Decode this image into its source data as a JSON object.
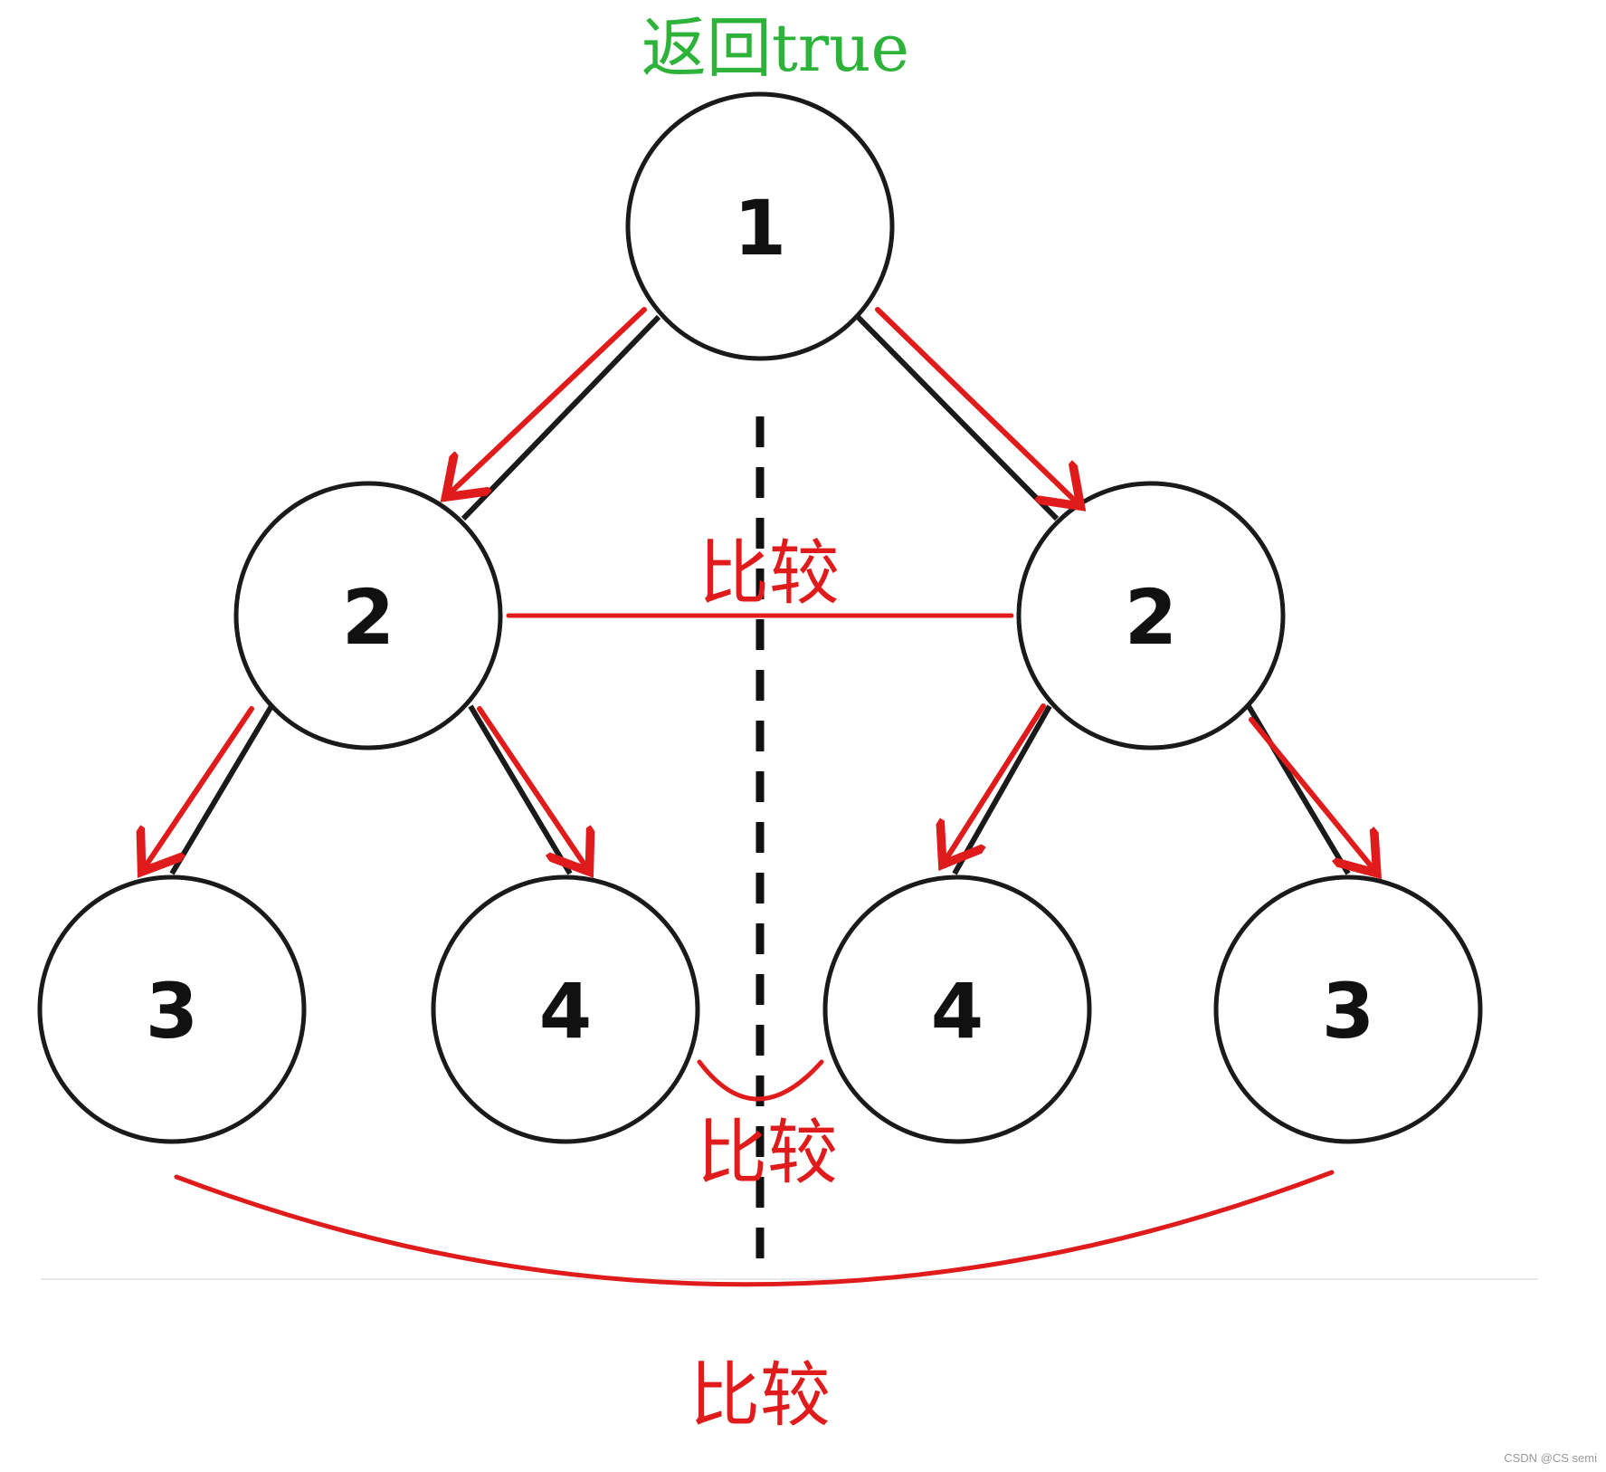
{
  "title": "返回true",
  "compare_label": "比较",
  "nodes": [
    {
      "id": "root",
      "label": "1"
    },
    {
      "id": "left-child",
      "label": "2"
    },
    {
      "id": "right-child",
      "label": "2"
    },
    {
      "id": "left-left",
      "label": "3"
    },
    {
      "id": "left-right",
      "label": "4"
    },
    {
      "id": "right-left",
      "label": "4"
    },
    {
      "id": "right-right",
      "label": "3"
    }
  ],
  "comparisons": [
    {
      "id": "level-1",
      "label": "比较"
    },
    {
      "id": "inner-pair",
      "label": "比较"
    },
    {
      "id": "outer-pair",
      "label": "比较"
    }
  ],
  "watermark": "CSDN @CS semi",
  "colors": {
    "title": "#2db33a",
    "annotation": "#e01b1b",
    "node_stroke": "#1a1a1a"
  }
}
